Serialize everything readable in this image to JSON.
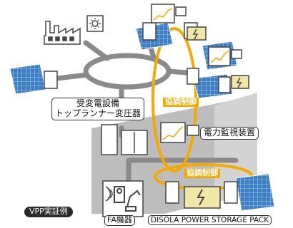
{
  "labels": {
    "transformer": "受変電設備\nトップランナー変圧器",
    "coordination_upper": "協調制御",
    "coordination_lower": "協調制御",
    "power_monitor": "電力監視装置",
    "fa_equipment": "FA機器",
    "storage_pack": "DISOLA POWER STORAGE PACK",
    "example_badge": "VPP実証例"
  },
  "colors": {
    "accent": "#f2a900",
    "network_gray": "#8a8a8a",
    "panel_blue": "#3a7fc4",
    "ground_gray": "#bdbdbd",
    "badge_bg": "#2a2a2a"
  },
  "icons": [
    "factory-icon",
    "sun-icon",
    "solar-panel-icon",
    "power-conditioner-icon",
    "monitor-chart-icon",
    "battery-icon",
    "robot-arm-icon",
    "wifi-icon",
    "storage-cabinet-icon"
  ]
}
